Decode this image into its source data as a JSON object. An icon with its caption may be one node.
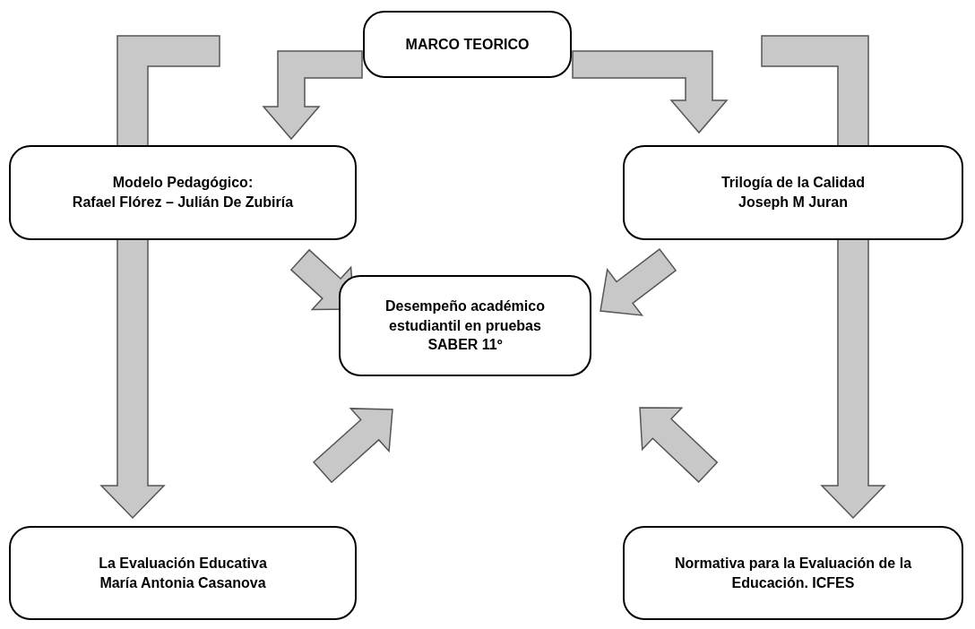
{
  "diagram": {
    "nodes": [
      {
        "text": [
          "MARCO TEORICO"
        ]
      },
      {
        "text": [
          "Modelo Pedagógico:",
          "Rafael Flórez  – Julián De Zubiría"
        ]
      },
      {
        "text": [
          "Trilogía de la Calidad",
          "Joseph M Juran"
        ]
      },
      {
        "text": [
          "Desempeño académico estudiantil en pruebas SABER 11º"
        ]
      },
      {
        "text": [
          "La Evaluación Educativa",
          "María Antonia Casanova"
        ]
      },
      {
        "text": [
          "Normativa para la Evaluación de la Educación. ICFES"
        ]
      }
    ],
    "edges": [
      {
        "from": 0,
        "to": 1,
        "arrow": "to"
      },
      {
        "from": 0,
        "to": 2,
        "arrow": "to"
      },
      {
        "from": null,
        "to": 4,
        "arrow": "to"
      },
      {
        "from": null,
        "to": 5,
        "arrow": "to"
      },
      {
        "from": 1,
        "to": 3,
        "arrow": "to"
      },
      {
        "from": 2,
        "to": 3,
        "arrow": "to"
      },
      {
        "from": 4,
        "to": 3,
        "arrow": "to"
      },
      {
        "from": 5,
        "to": 3,
        "arrow": "to"
      }
    ]
  }
}
